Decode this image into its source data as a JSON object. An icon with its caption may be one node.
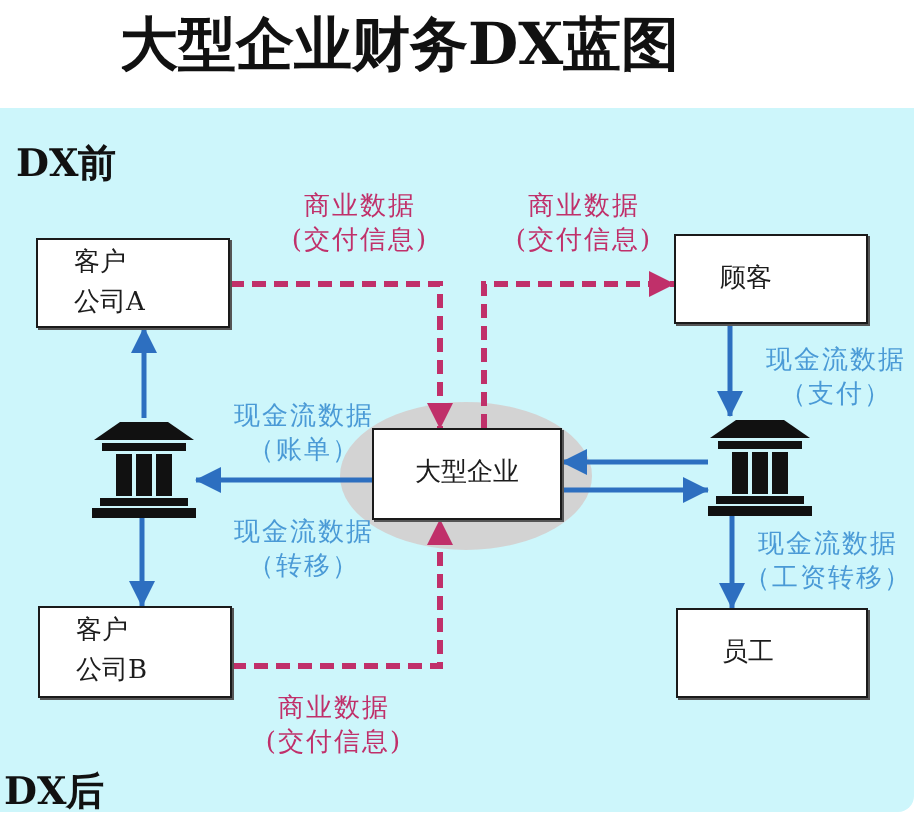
{
  "diagram": {
    "title": "大型企业财务DX蓝图",
    "nodes": [
      {
        "text": [
          "客户",
          "公司A"
        ]
      },
      {
        "text": [
          "顾客"
        ]
      },
      {
        "text": [],
        "shape": "picture"
      },
      {
        "text": [
          "大型企业"
        ]
      },
      {
        "text": [],
        "shape": "picture"
      },
      {
        "text": [
          "客户",
          "公司B"
        ]
      },
      {
        "text": [
          "员工"
        ]
      }
    ],
    "edges": [
      {
        "from": 0,
        "to": 3,
        "arrow": "to",
        "label": "商业数据(交付信息)",
        "style": "dashed",
        "color": "#c0306a"
      },
      {
        "from": 3,
        "to": 1,
        "arrow": "to",
        "label": "商业数据(交付信息)",
        "style": "dashed",
        "color": "#c0306a"
      },
      {
        "from": 5,
        "to": 3,
        "arrow": "to",
        "label": "商业数据(交付信息)",
        "style": "dashed",
        "color": "#c0306a"
      },
      {
        "from": 3,
        "to": 2,
        "arrow": "to",
        "label": "现金流数据（账单）"
      },
      {
        "from": 2,
        "to": 0,
        "arrow": "to"
      },
      {
        "from": 2,
        "to": 5,
        "arrow": "to"
      },
      {
        "from": 1,
        "to": 4,
        "arrow": "to",
        "label": "现金流数据（支付）"
      },
      {
        "from": 4,
        "to": 3,
        "arrow": "to"
      },
      {
        "from": 3,
        "to": 4,
        "arrow": "to"
      },
      {
        "from": 4,
        "to": 6,
        "arrow": "to",
        "label": "现金流数据（工资转移）"
      }
    ],
    "labels": [
      "DX前",
      "现金流数据（转移）",
      "DX后"
    ]
  }
}
